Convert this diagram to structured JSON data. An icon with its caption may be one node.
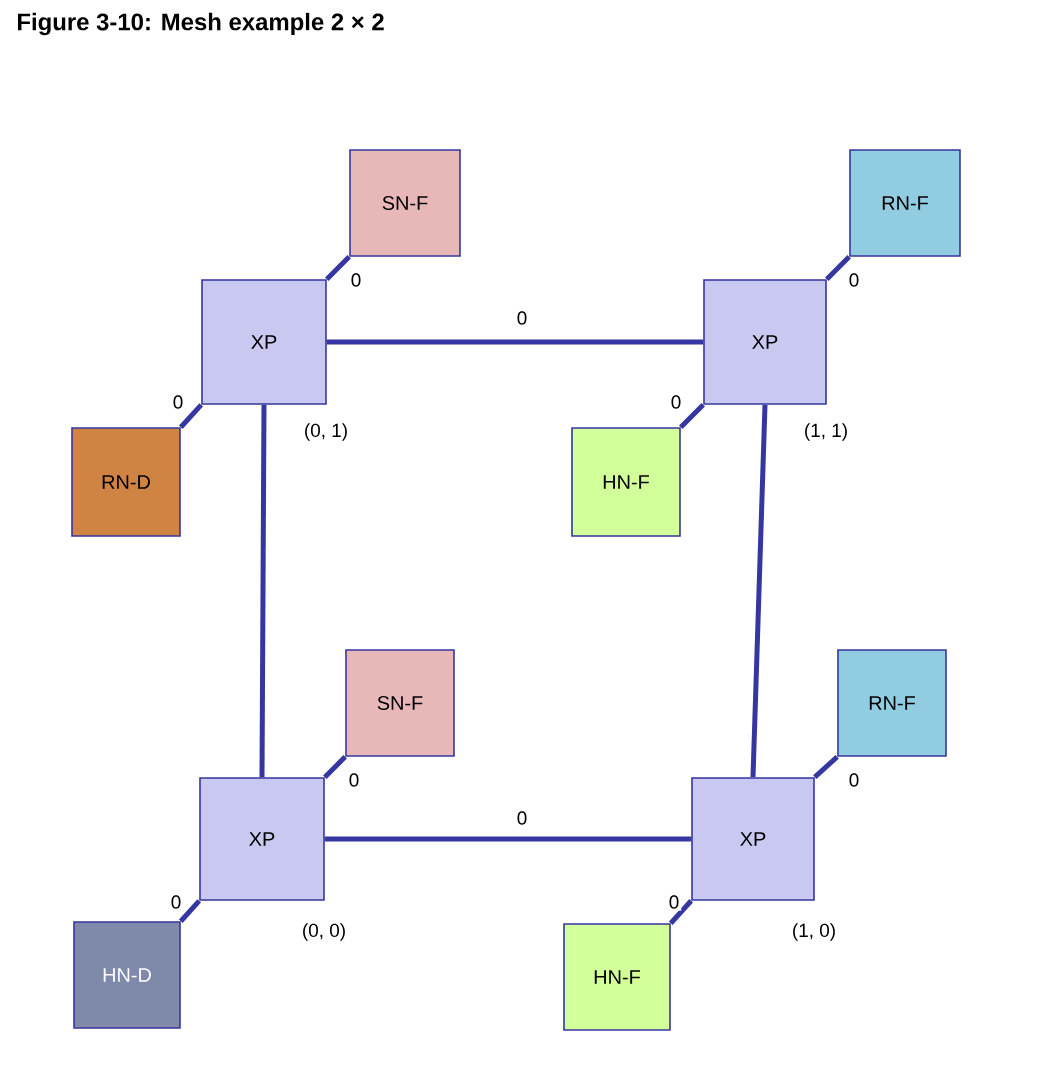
{
  "diagram": {
    "title": "Figure 3-10: Mesh example 2 × 2",
    "nodes": [
      {
        "text": [
          "XP"
        ],
        "beside": [
          "(0, 1)"
        ]
      },
      {
        "text": [
          "SN-F"
        ]
      },
      {
        "text": [
          "RN-D"
        ]
      },
      {
        "text": [
          "XP"
        ],
        "beside": [
          "(1, 1)"
        ]
      },
      {
        "text": [
          "RN-F"
        ]
      },
      {
        "text": [
          "HN-F"
        ]
      },
      {
        "text": [
          "XP"
        ],
        "beside": [
          "(0, 0)"
        ]
      },
      {
        "text": [
          "SN-F"
        ]
      },
      {
        "text": [
          "HN-D"
        ]
      },
      {
        "text": [
          "XP"
        ],
        "beside": [
          "(1, 0)"
        ]
      },
      {
        "text": [
          "RN-F"
        ]
      },
      {
        "text": [
          "HN-F"
        ]
      }
    ],
    "edges": [
      {
        "from": 0,
        "to": 1,
        "arrow": "none",
        "label": "0"
      },
      {
        "from": 0,
        "to": 2,
        "arrow": "none",
        "label": "0"
      },
      {
        "from": 3,
        "to": 4,
        "arrow": "none",
        "label": "0"
      },
      {
        "from": 3,
        "to": 5,
        "arrow": "none",
        "label": "0"
      },
      {
        "from": 6,
        "to": 7,
        "arrow": "none",
        "label": "0"
      },
      {
        "from": 6,
        "to": 8,
        "arrow": "none",
        "label": "0"
      },
      {
        "from": 9,
        "to": 10,
        "arrow": "none",
        "label": "0"
      },
      {
        "from": 9,
        "to": 11,
        "arrow": "none",
        "label": "0"
      },
      {
        "from": 0,
        "to": 3,
        "arrow": "none",
        "label": "0"
      },
      {
        "from": 0,
        "to": 6,
        "arrow": "none"
      },
      {
        "from": 3,
        "to": 9,
        "arrow": "none"
      },
      {
        "from": 6,
        "to": 9,
        "arrow": "none",
        "label": "0"
      }
    ]
  }
}
